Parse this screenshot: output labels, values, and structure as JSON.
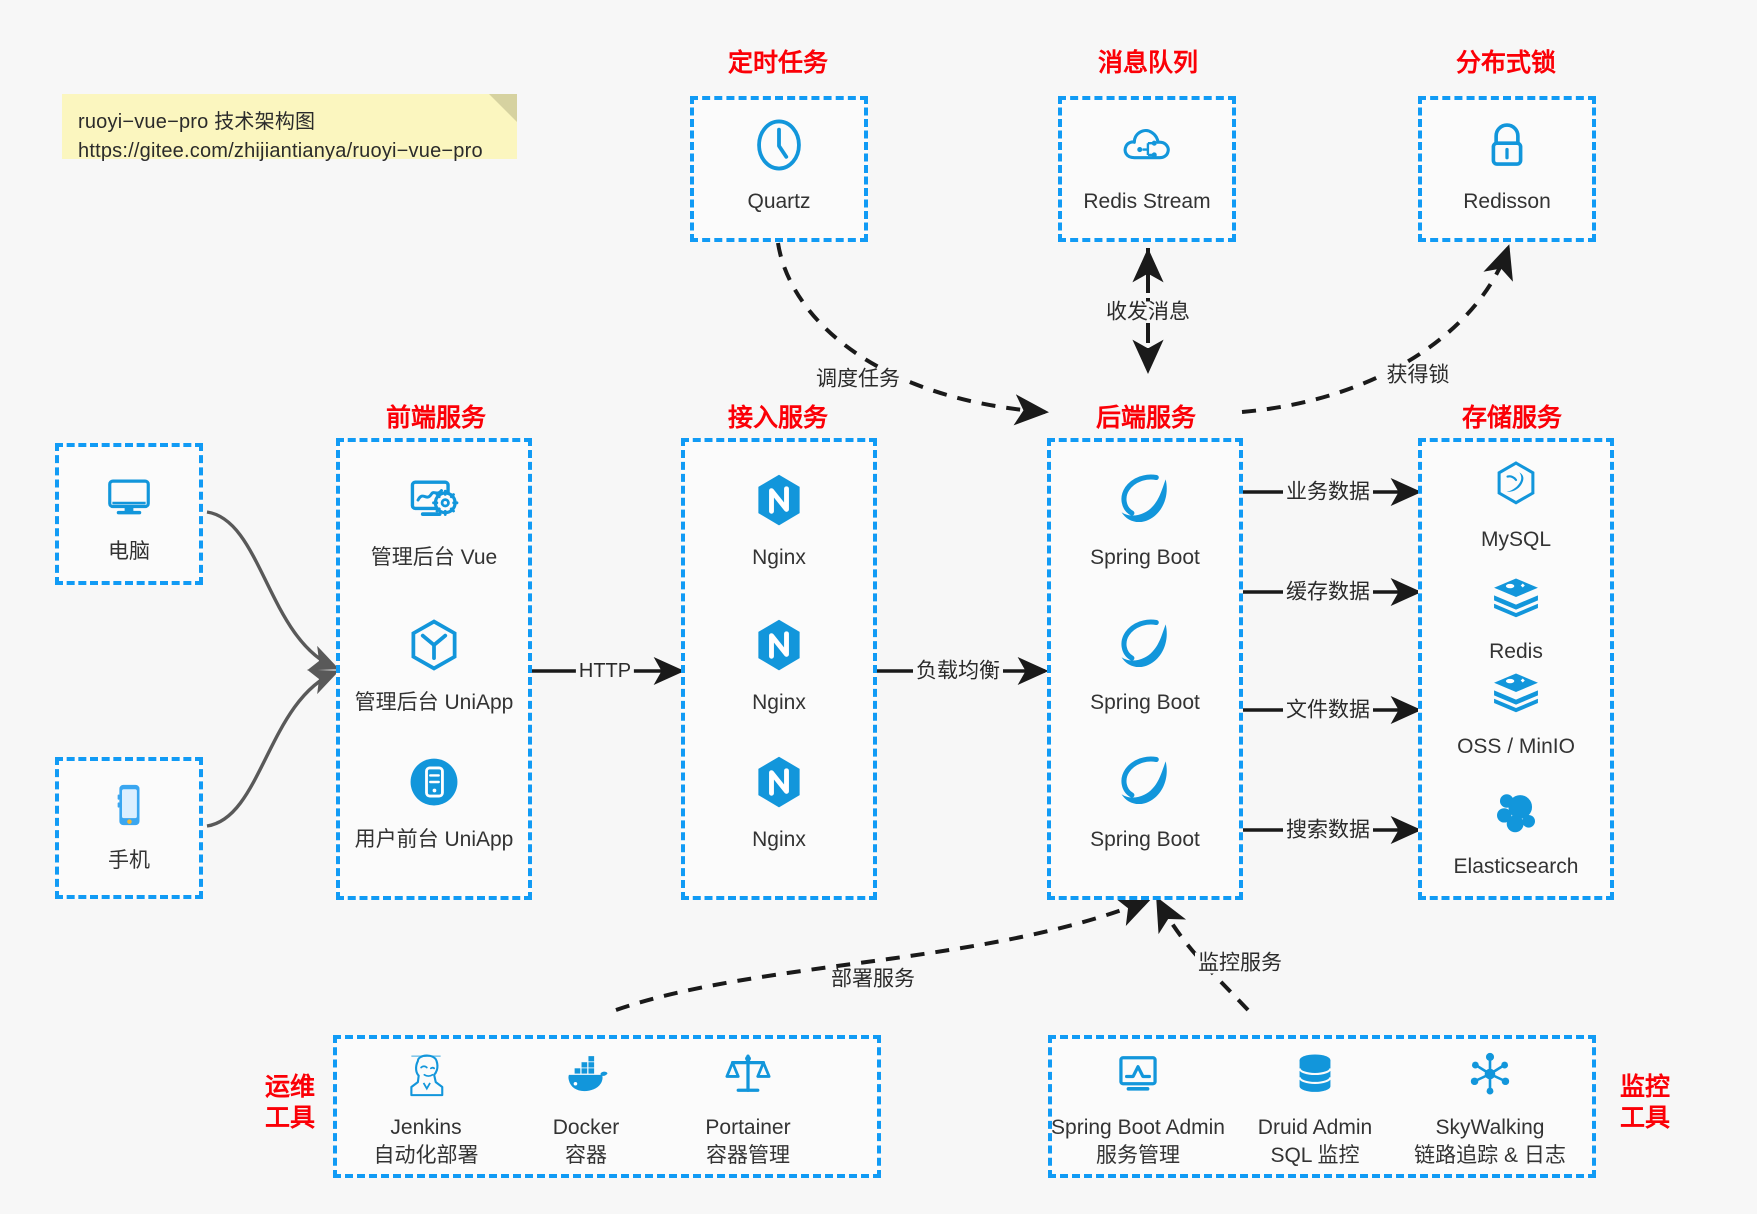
{
  "diagram": {
    "title": "ruoyi-vue-pro 技术架构图",
    "note": {
      "line1": "ruoyi−vue−pro 技术架构图",
      "line2": "https://gitee.com/zhijiantianya/ruoyi−vue−pro"
    },
    "colors": {
      "background": "#f7f7f7",
      "group_border": "#119bf5",
      "group_header": "#fb0007",
      "icon_blue": "#1296db",
      "arrow_solid": "#1a1a1a",
      "arrow_curve": "#595959",
      "note_bg": "#fbf6bf"
    },
    "groups": {
      "scheduler": {
        "header": "定时任务",
        "nodes": [
          {
            "label": "Quartz",
            "icon": "clock-icon"
          }
        ]
      },
      "mq": {
        "header": "消息队列",
        "nodes": [
          {
            "label": "Redis Stream",
            "icon": "cloud-stream-icon"
          }
        ]
      },
      "lock": {
        "header": "分布式锁",
        "nodes": [
          {
            "label": "Redisson",
            "icon": "lock-icon"
          }
        ]
      },
      "clients": {
        "nodes": [
          {
            "label": "电脑",
            "icon": "desktop-icon"
          },
          {
            "label": "手机",
            "icon": "mobile-phone-icon"
          }
        ]
      },
      "frontend": {
        "header": "前端服务",
        "nodes": [
          {
            "label": "管理后台 Vue",
            "icon": "admin-dashboard-icon"
          },
          {
            "label": "管理后台 UniApp",
            "icon": "uniapp-cube-icon"
          },
          {
            "label": "用户前台 UniApp",
            "icon": "mobile-app-icon"
          }
        ]
      },
      "gateway": {
        "header": "接入服务",
        "nodes": [
          {
            "label": "Nginx",
            "icon": "nginx-icon"
          },
          {
            "label": "Nginx",
            "icon": "nginx-icon"
          },
          {
            "label": "Nginx",
            "icon": "nginx-icon"
          }
        ]
      },
      "backend": {
        "header": "后端服务",
        "nodes": [
          {
            "label": "Spring Boot",
            "icon": "spring-boot-icon"
          },
          {
            "label": "Spring Boot",
            "icon": "spring-boot-icon"
          },
          {
            "label": "Spring Boot",
            "icon": "spring-boot-icon"
          }
        ]
      },
      "storage": {
        "header": "存储服务",
        "nodes": [
          {
            "label": "MySQL",
            "icon": "mysql-icon"
          },
          {
            "label": "Redis",
            "icon": "redis-icon"
          },
          {
            "label": "OSS / MinIO",
            "icon": "oss-minio-icon"
          },
          {
            "label": "Elasticsearch",
            "icon": "elasticsearch-icon"
          }
        ]
      },
      "devops": {
        "header_line1": "运维",
        "header_line2": "工具",
        "nodes": [
          {
            "label": "Jenkins",
            "sub": "自动化部署",
            "icon": "jenkins-icon"
          },
          {
            "label": "Docker",
            "sub": "容器",
            "icon": "docker-icon"
          },
          {
            "label": "Portainer",
            "sub": "容器管理",
            "icon": "portainer-scales-icon"
          }
        ]
      },
      "monitor": {
        "header_line1": "监控",
        "header_line2": "工具",
        "nodes": [
          {
            "label": "Spring Boot Admin",
            "sub": "服务管理",
            "icon": "monitor-chart-icon"
          },
          {
            "label": "Druid Admin",
            "sub": "SQL 监控",
            "icon": "database-stack-icon"
          },
          {
            "label": "SkyWalking",
            "sub": "链路追踪 & 日志",
            "icon": "skywalking-node-icon"
          }
        ]
      }
    },
    "edges": [
      {
        "label": "调度任务",
        "from": "scheduler",
        "to": "backend",
        "style": "dashed"
      },
      {
        "label": "收发消息",
        "from": "mq",
        "to": "backend",
        "style": "dashed-bidirectional"
      },
      {
        "label": "获得锁",
        "from": "backend",
        "to": "lock",
        "style": "dashed"
      },
      {
        "label": "HTTP",
        "from": "frontend",
        "to": "gateway",
        "style": "solid"
      },
      {
        "label": "负载均衡",
        "from": "gateway",
        "to": "backend",
        "style": "solid"
      },
      {
        "label": "业务数据",
        "from": "backend",
        "to": "mysql",
        "style": "solid"
      },
      {
        "label": "缓存数据",
        "from": "backend",
        "to": "redis",
        "style": "solid"
      },
      {
        "label": "文件数据",
        "from": "backend",
        "to": "oss",
        "style": "solid"
      },
      {
        "label": "搜索数据",
        "from": "backend",
        "to": "elasticsearch",
        "style": "solid"
      },
      {
        "label": "部署服务",
        "from": "devops",
        "to": "backend",
        "style": "dashed"
      },
      {
        "label": "监控服务",
        "from": "monitor",
        "to": "backend",
        "style": "dashed"
      }
    ]
  }
}
